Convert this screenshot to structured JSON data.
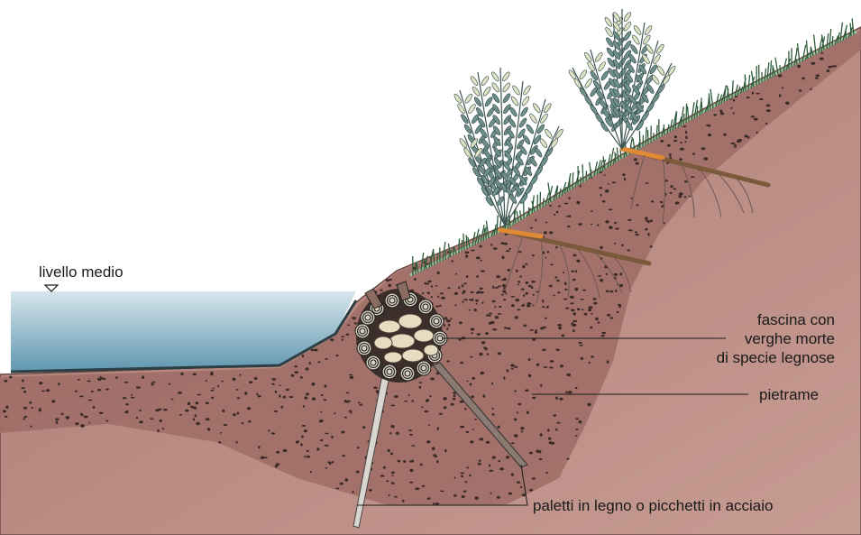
{
  "labels": {
    "water_level": "livello medio",
    "fascine_line1": "fascina con",
    "fascine_line2": "verghe morte",
    "fascine_line3": "di specie legnose",
    "rubble": "pietrame",
    "stakes": "paletti in legno o picchetti in acciaio"
  },
  "colors": {
    "soil": "#b98a82",
    "soil_deep": "#a5756d",
    "rubble_fill": "#9f6d66",
    "rubble_dots": "#3b2a28",
    "water_top": "#c9dde6",
    "water_bottom": "#5f97b0",
    "grass": "#2f5a3a",
    "plant": "#5b7a7a",
    "root": "#d98a3a",
    "leader_line": "#1a1a1a"
  }
}
